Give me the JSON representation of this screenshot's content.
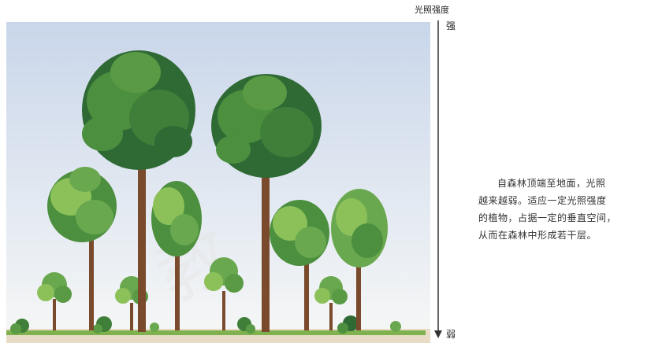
{
  "axis": {
    "title": "光照强度",
    "top_label": "强",
    "bottom_label": "弱"
  },
  "caption": {
    "lines": [
      "自森林顶端至地面，光照",
      "越来越弱。适应一定光照强度",
      "的植物，占据一定的垂直空间，",
      "从而在森林中形成若干层。"
    ]
  },
  "colors": {
    "sky_top": "#c9d6ea",
    "sky_bottom": "#f4f6f8",
    "canopy_dark": "#2f6a35",
    "canopy_mid": "#4c8f3e",
    "canopy_light": "#8cc15a",
    "trunk": "#7a4a2c",
    "ground": "#e8dcc6"
  }
}
